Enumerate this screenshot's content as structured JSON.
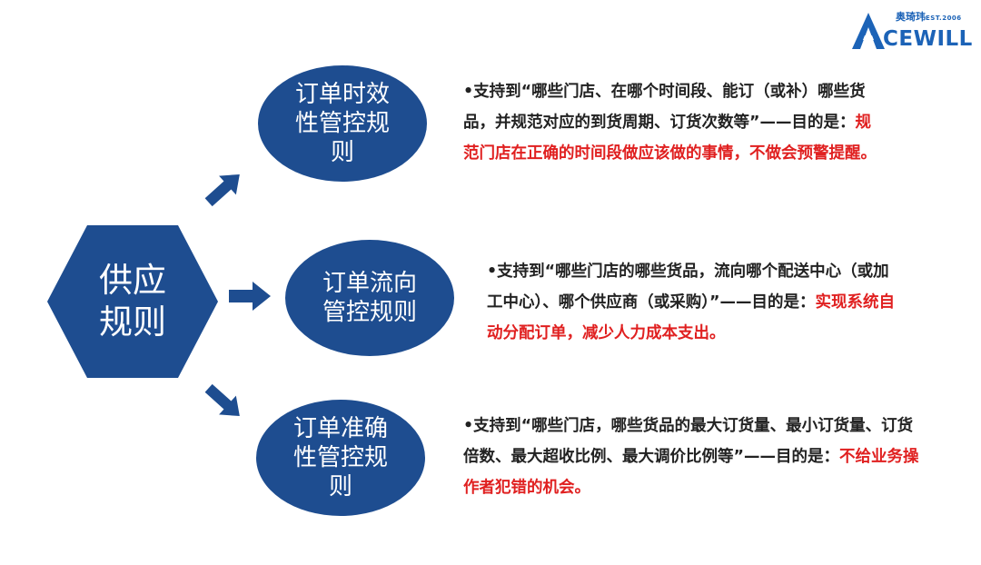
{
  "logo": {
    "brand_cn": "奥琦玮",
    "est": "EST.2006",
    "wordmark": "CEWILL"
  },
  "main": {
    "title": "供应规则"
  },
  "rules": [
    {
      "label": "订单时效性管控规则",
      "text": "•支持到“哪些门店、在哪个时间段、能订（或补）哪些货品，并规范对应的到货周期、订货次数等”——目的是：",
      "highlight": "规范门店在正确的时间段做应该做的事情，不做会预警提醒。"
    },
    {
      "label": "订单流向管控规则",
      "text": "•支持到“哪些门店的哪些货品，流向哪个配送中心（或加工中心）、哪个供应商（或采购）”——目的是：",
      "highlight": "实现系统自动分配订单，减少人力成本支出。"
    },
    {
      "label": "订单准确性管控规则",
      "text": "•支持到“哪些门店，哪些货品的最大订货量、最小订货量、订货倍数、最大超收比例、最大调价比例等”——目的是：",
      "highlight": "不给业务操作者犯错的机会。"
    }
  ],
  "colors": {
    "primary": "#1e4d90",
    "highlight": "#e02020",
    "brand": "#1c63b7"
  }
}
